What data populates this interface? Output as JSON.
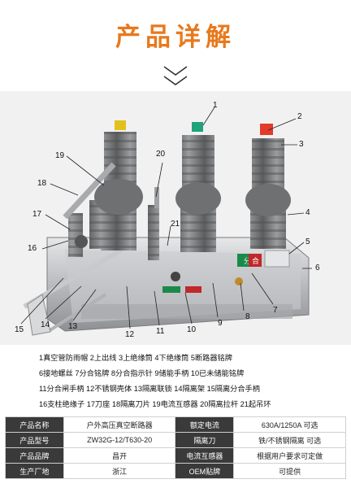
{
  "page_title": "产品详解",
  "legend": [
    "1真空管防雨帽   2上出线   3上绝缘筒   4下绝缘筒   5断路器铭牌",
    "6接地螺丝   7分合铭牌   8分合指示针   9储能手柄   10已未储能铭牌",
    "11分合闸手柄   12不锈钢壳体   13隔离联锁   14隔离架   15隔离分合手柄",
    "16支柱绝缘子   17刀座   18隔离刀片   19电流互感器   20隔离拉杆   21起吊环"
  ],
  "specs": [
    {
      "k1": "产品名称",
      "v1": "户外高压真空断路器",
      "k2": "额定电流",
      "v2": "630A/1250A 可选"
    },
    {
      "k1": "产品型号",
      "v1": "ZW32G-12/T630-20",
      "k2": "隔离刀",
      "v2": "铁/不锈钢隔离 可选"
    },
    {
      "k1": "产品品牌",
      "v1": "昌开",
      "k2": "电流互感器",
      "v2": "根据用户要求可定做"
    },
    {
      "k1": "生产厂地",
      "v1": "浙江",
      "k2": "OEM贴牌",
      "v2": "可提供"
    }
  ],
  "callouts": [
    "1",
    "2",
    "3",
    "4",
    "5",
    "6",
    "7",
    "8",
    "9",
    "10",
    "11",
    "12",
    "13",
    "14",
    "15",
    "16",
    "17",
    "18",
    "19",
    "20",
    "21"
  ],
  "panel": {
    "close_label": "合",
    "open_label": "分"
  },
  "colors": {
    "title": "#e8791d",
    "insulator": "#76787a",
    "cap_yellow": "#e2c11c",
    "cap_green": "#1fa37a",
    "cap_red": "#e23b2a",
    "table_key_bg": "#3a3a3a"
  }
}
